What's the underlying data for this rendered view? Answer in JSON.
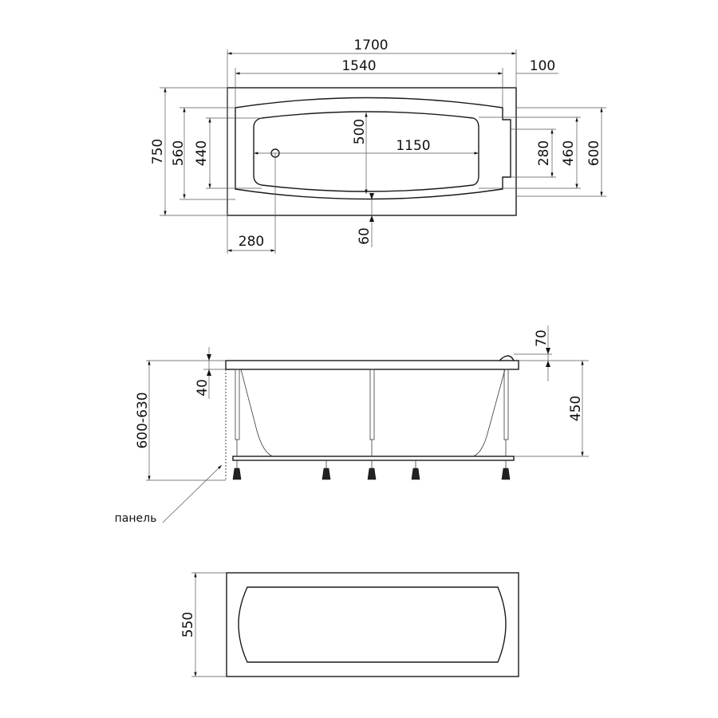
{
  "top_view": {
    "overall_length": "1700",
    "inner_length": "1540",
    "end_offset": "100",
    "overall_width": "750",
    "rim_width": "560",
    "bottom_width": "440",
    "basin_depth_width": "500",
    "basin_length": "1150",
    "right_step": "280",
    "right_inner": "460",
    "right_outer": "600",
    "drain_offset": "280",
    "rim_margin": "60"
  },
  "side_view": {
    "rim_thickness": "40",
    "total_height": "600-630",
    "headrest_height": "70",
    "tub_height": "450",
    "panel_label": "панель"
  },
  "front_panel": {
    "panel_height": "550"
  }
}
